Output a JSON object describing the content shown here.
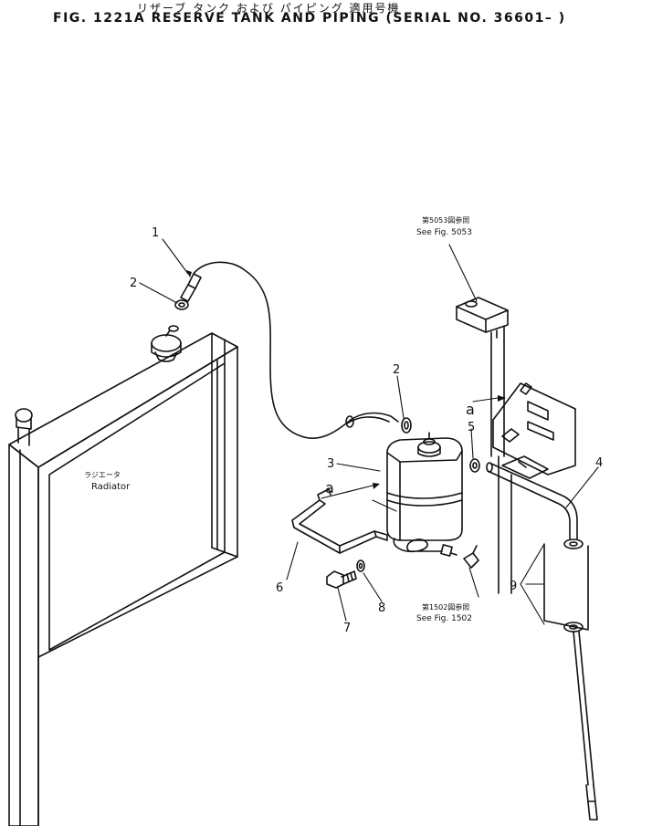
{
  "header": {
    "title_jp": "リザーブ タンク および パイピング 適用号機",
    "title_en": "FIG. 1221A RESERVE TANK AND PIPING (SERIAL NO. 36601– )"
  },
  "references": {
    "fig5053_jp": "第5053図参照",
    "fig5053_en": "See Fig. 5053",
    "fig1502_jp": "第1502図参照",
    "fig1502_en": "See Fig. 1502"
  },
  "radiator": {
    "label_jp": "ラジエータ",
    "label_en": "Radiator"
  },
  "callouts": {
    "p1": "1",
    "p2a": "2",
    "p2b": "2",
    "p3": "3",
    "p4": "4",
    "p5": "5",
    "p6": "6",
    "p7": "7",
    "p8": "8",
    "p9": "9"
  },
  "view_marks": {
    "a_tank": "a",
    "a_bracket": "a"
  }
}
